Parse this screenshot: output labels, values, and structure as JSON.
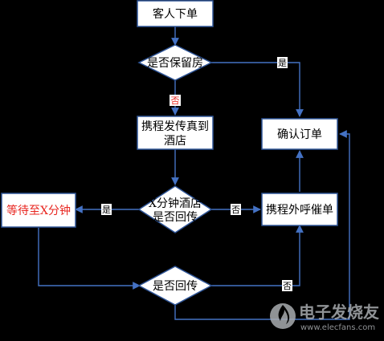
{
  "colors": {
    "background": "#000000",
    "node_fill": "#ffffff",
    "node_stroke": "#2f5597",
    "edge": "#4472c4",
    "red_text": "#e8251f",
    "watermark": "#a9acaf"
  },
  "nodes": {
    "customer_order": "客人下单",
    "reserve_room": "是否保留房",
    "ctrip_fax": [
      "携程发传真到",
      "酒店"
    ],
    "confirm_order": "确认订单",
    "hotel_reply_x": [
      "X分钟酒店",
      "是否回传"
    ],
    "wait_x": "等待至X分钟",
    "ctrip_call": "携程外呼催单",
    "reply_again": "是否回传"
  },
  "edges": {
    "reserve_yes": "是",
    "reserve_no": "否",
    "hotel_yes": "是",
    "hotel_no": "否",
    "reply_no": "否"
  },
  "watermark": {
    "brand": "电子发烧友",
    "url": "www.elecfans.com",
    "icon": "flame-logo-icon"
  }
}
